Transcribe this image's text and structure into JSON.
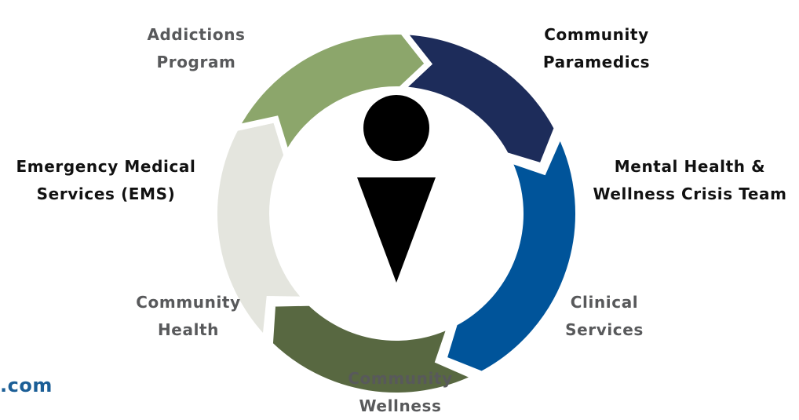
{
  "segments": [
    {
      "id": "addictions",
      "lines": [
        "Addictions",
        "Program"
      ],
      "color": "#8ca66b"
    },
    {
      "id": "paramedics",
      "lines": [
        "Community",
        "Paramedics"
      ],
      "color": "#1d2c5a"
    },
    {
      "id": "mental",
      "lines": [
        "Mental Health &",
        "Wellness Crisis Team"
      ],
      "color": "#00549a"
    },
    {
      "id": "clinical",
      "lines": [
        "Clinical",
        "Services"
      ]
    },
    {
      "id": "wellness",
      "lines": [
        "Community",
        "Wellness"
      ],
      "color": "#586841"
    },
    {
      "id": "health",
      "lines": [
        "Community",
        "Health"
      ],
      "color": "#e4e5de"
    },
    {
      "id": "ems",
      "lines": [
        "Emergency Medical",
        "Services (EMS)"
      ]
    }
  ],
  "center_icon": {
    "name": "person-info-icon",
    "color": "#000000"
  },
  "footer": {
    "url_fragment": ".com"
  }
}
